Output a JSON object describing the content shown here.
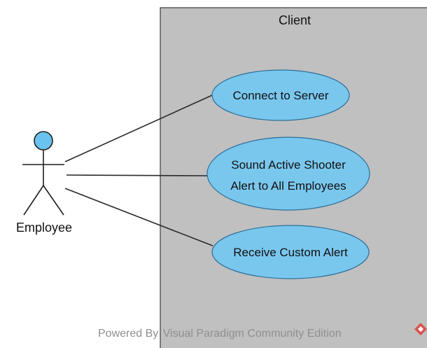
{
  "diagram": {
    "boundary": {
      "label": "Client",
      "fill": "#c0c0c0"
    },
    "actor": {
      "label": "Employee",
      "head_color": "#6ac2ef"
    },
    "use_cases": [
      {
        "line1": "Connect to Server",
        "line2": ""
      },
      {
        "line1": "Sound Active Shooter",
        "line2": "Alert to All Employees"
      },
      {
        "line1": "Receive Custom Alert",
        "line2": ""
      }
    ],
    "use_case_fill": "#7ac7ee",
    "watermark": {
      "text": "Powered By  Visual Paradigm Community Edition",
      "icon": "visual-paradigm-logo-icon"
    }
  }
}
